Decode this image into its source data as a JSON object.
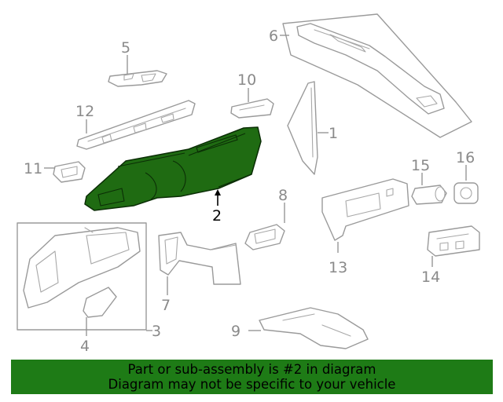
{
  "callouts": {
    "c1": "1",
    "c2": "2",
    "c3": "3",
    "c4": "4",
    "c5": "5",
    "c6": "6",
    "c7": "7",
    "c8": "8",
    "c9": "9",
    "c10": "10",
    "c11": "11",
    "c12": "12",
    "c13": "13",
    "c14": "14",
    "c15": "15",
    "c16": "16"
  },
  "highlighted_part": "2",
  "banner": {
    "line1": "Part or sub-assembly is #2 in diagram",
    "line2": "Diagram may not be specific to your vehicle"
  },
  "colors": {
    "highlight": "#1f6b12",
    "banner_bg": "#1e7b16",
    "line_art": "#9a9a9a"
  }
}
